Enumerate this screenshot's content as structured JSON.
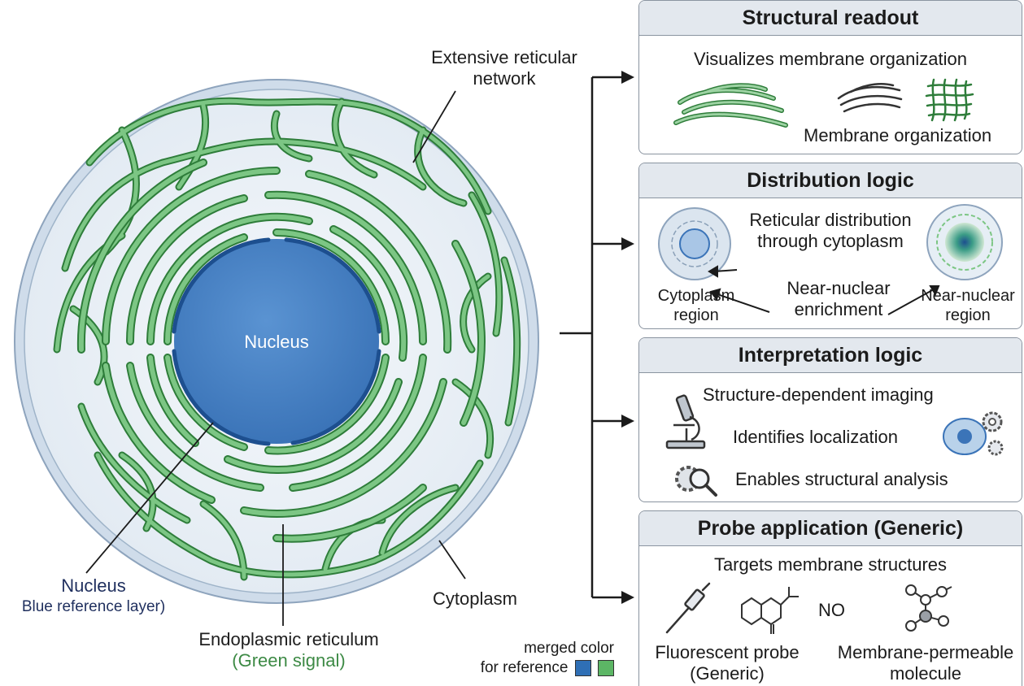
{
  "cell": {
    "label_extensive": "Extensive reticular network",
    "label_nucleus_center": "Nucleus",
    "label_nucleus": "Nucleus",
    "label_nucleus_sub": "Blue reference layer)",
    "label_cytoplasm": "Cytoplasm",
    "label_er": "Endoplasmic reticulum",
    "label_er_sub": "(Green signal)"
  },
  "legend": {
    "line1": "merged color",
    "line2": "for reference",
    "colors": [
      "#2f6fb5",
      "#5cb665"
    ]
  },
  "panels": {
    "structural": {
      "title": "Structural readout",
      "subtitle": "Visualizes membrane organization",
      "caption": "Membrane organization"
    },
    "distribution": {
      "title": "Distribution logic",
      "reticular": "Reticular distribution through cytoplasm",
      "near_nuclear": "Near-nuclear enrichment",
      "left_caption": "Cytoplasm region",
      "right_caption": "Near-nuclear region"
    },
    "interpretation": {
      "title": "Interpretation logic",
      "item1": "Structure-dependent imaging",
      "item2": "Identifies localization",
      "item3": "Enables structural analysis"
    },
    "probe": {
      "title": "Probe application (Generic)",
      "subtitle": "Targets membrane structures",
      "no_label": "NO",
      "left_caption": "Fluorescent probe (Generic)",
      "right_caption": "Membrane-permeable molecule"
    }
  },
  "icons": [
    "microscope-icon",
    "gear-icon",
    "magnifier-gear-icon",
    "cell-gear-icon",
    "pipette-icon",
    "molecule-icon",
    "network-icon"
  ],
  "colors": {
    "nucleus": "#3f7cc4",
    "er_green": "#6cbf74",
    "er_outline": "#2e7d3a",
    "cytoplasm": "#eef3f8",
    "panel_header": "#e3e8ee"
  }
}
